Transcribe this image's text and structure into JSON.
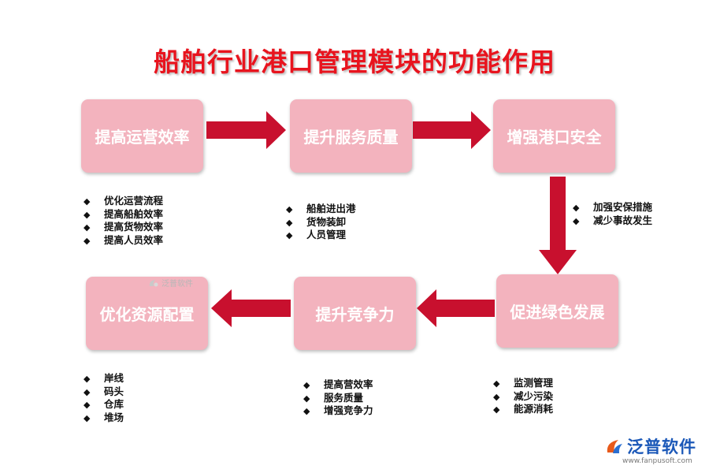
{
  "title": "船舶行业港口管理模块的功能作用",
  "boxes": [
    {
      "label": "提高运营效率",
      "items": [
        "优化运营流程",
        "提高船舶效率",
        "提高货物效率",
        "提高人员效率"
      ]
    },
    {
      "label": "提升服务质量",
      "items": [
        "船舶进出港",
        "货物装卸",
        "人员管理"
      ]
    },
    {
      "label": "增强港口安全",
      "items": [
        "加强安保措施",
        "减少事故发生"
      ]
    },
    {
      "label": "促进绿色发展",
      "items": [
        "监测管理",
        "减少污染",
        "能源消耗"
      ]
    },
    {
      "label": "提升竞争力",
      "items": [
        "提高营效率",
        "服务质量",
        "增强竞争力"
      ]
    },
    {
      "label": "优化资源配置",
      "items": [
        "岸线",
        "码头",
        "仓库",
        "堆场"
      ]
    }
  ],
  "bullet_glyph": "◆",
  "watermark": "泛普软件",
  "logo": {
    "name": "泛普软件",
    "url": "www.fanpusoft.com"
  },
  "colors": {
    "title": "#e8141e",
    "box_fill": "#f3b3be",
    "box_text": "#ffffff",
    "arrow": "#c8102e",
    "logo": "#1b58b8"
  }
}
